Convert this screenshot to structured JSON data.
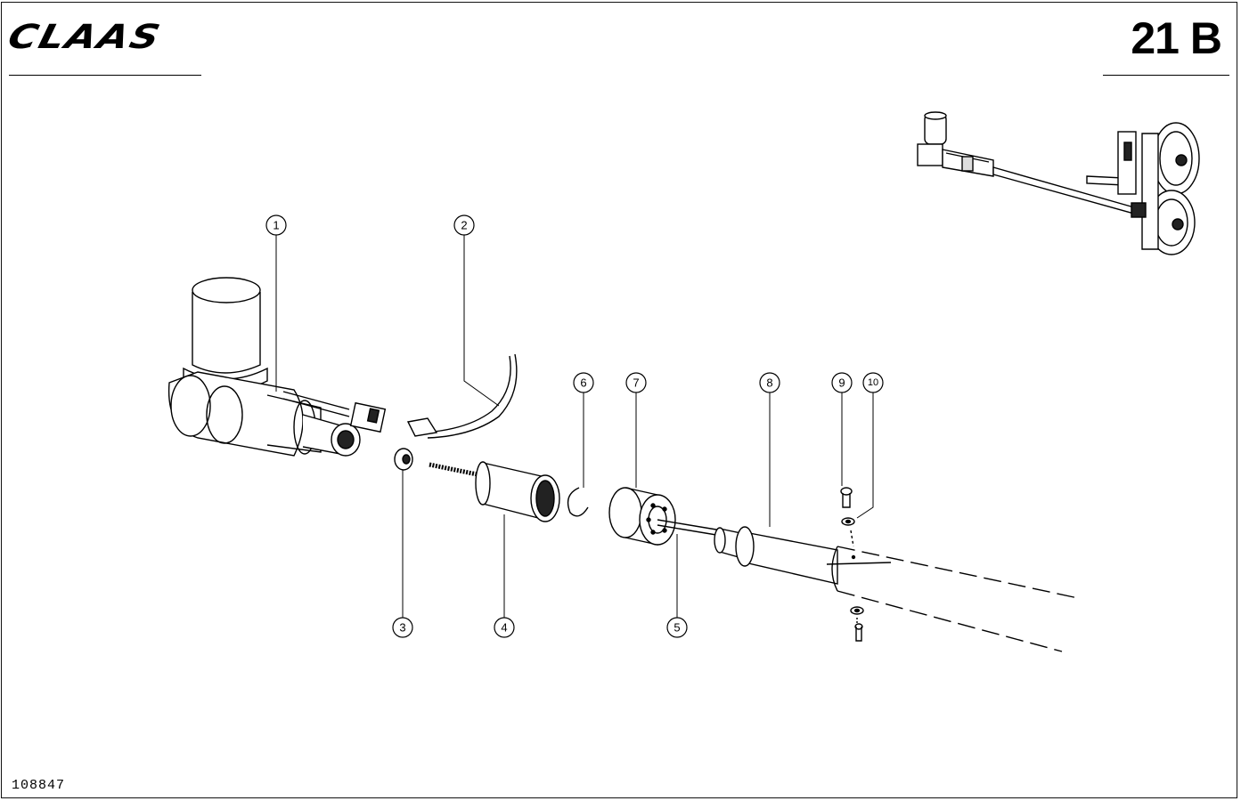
{
  "header": {
    "brand": "CLAAS",
    "page_number": "21 B"
  },
  "footer": {
    "drawing_number": "108847"
  },
  "callouts": [
    {
      "label": "1"
    },
    {
      "label": "2"
    },
    {
      "label": "3"
    },
    {
      "label": "4"
    },
    {
      "label": "5"
    },
    {
      "label": "6"
    },
    {
      "label": "7"
    },
    {
      "label": "8"
    },
    {
      "label": "9"
    },
    {
      "label": "10"
    }
  ]
}
